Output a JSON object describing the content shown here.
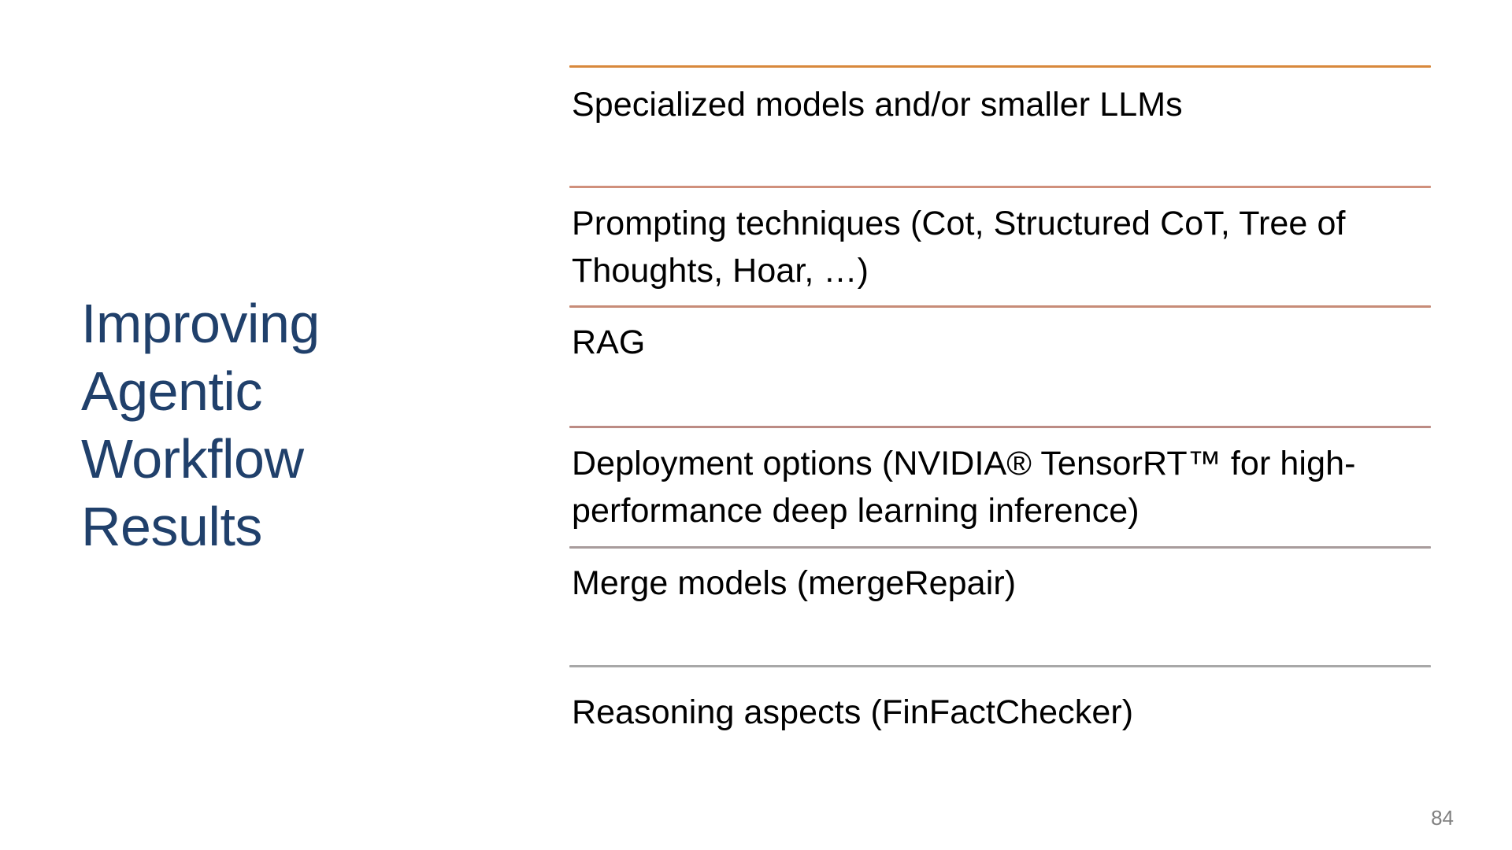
{
  "slide": {
    "title": "Improving Agentic Workflow Results",
    "title_lines": [
      "Improving",
      "Agentic",
      "Workflow",
      "Results"
    ],
    "title_color": "#20406B",
    "background_color": "#FFFFFF",
    "page_number": "84"
  },
  "content": {
    "rows": [
      {
        "text": "Specialized models and/or smaller LLMs",
        "rule_color": "#D8883C"
      },
      {
        "text": "Prompting techniques (Cot, Structured CoT, Tree of Thoughts, Hoar, …)",
        "rule_color": "#D0907C"
      },
      {
        "text": "RAG",
        "rule_color": "#C78C78"
      },
      {
        "text": "Deployment options (NVIDIA® TensorRT™ for high-performance deep learning inference)",
        "rule_color": "#BC8B84"
      },
      {
        "text": "Merge models (mergeRepair)",
        "rule_color": "#A89C9C"
      },
      {
        "text": "Reasoning aspects (FinFactChecker)",
        "rule_color": "#A8A8A8"
      }
    ]
  }
}
